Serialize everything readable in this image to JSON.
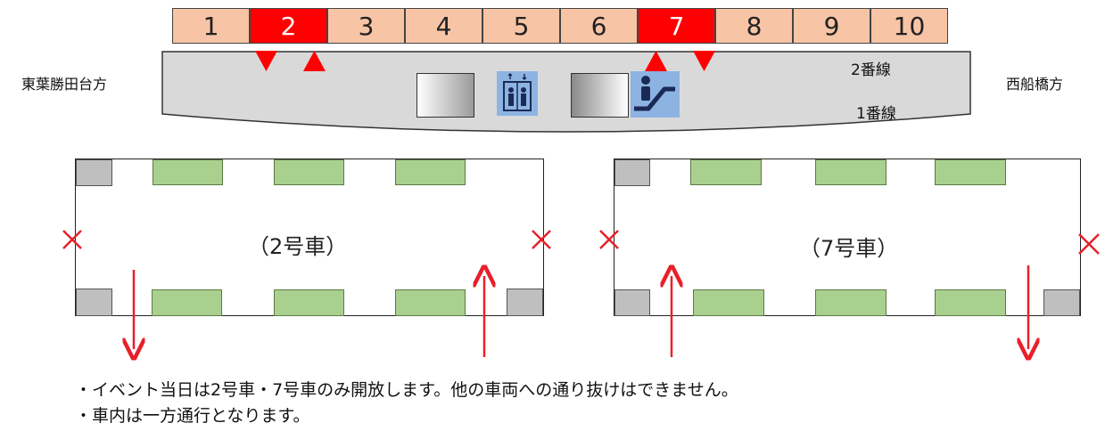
{
  "cars": [
    "1",
    "2",
    "3",
    "4",
    "5",
    "6",
    "7",
    "8",
    "9",
    "10"
  ],
  "open_cars": [
    "2",
    "7"
  ],
  "directions": {
    "left": "東葉勝田台方",
    "right": "西船橋方"
  },
  "tracks": {
    "upper": "2番線",
    "lower": "1番線"
  },
  "plans": {
    "left": {
      "label": "（2号車）"
    },
    "right": {
      "label": "（7号車）"
    }
  },
  "notes": [
    "・イベント当日は2号車・7号車のみ開放します。他の車両への通り抜けはできません。",
    "・車内は一方通行となります。"
  ],
  "icons": [
    "elevator-icon",
    "escalator-icon",
    "stair-panel-icon"
  ],
  "colors": {
    "open": "#ff0000",
    "car": "#f7c4a5",
    "platform": "#d9d9d9",
    "seat": "#a9d08e",
    "accent": "#e8202a",
    "icon_bg": "#8db3e2"
  }
}
